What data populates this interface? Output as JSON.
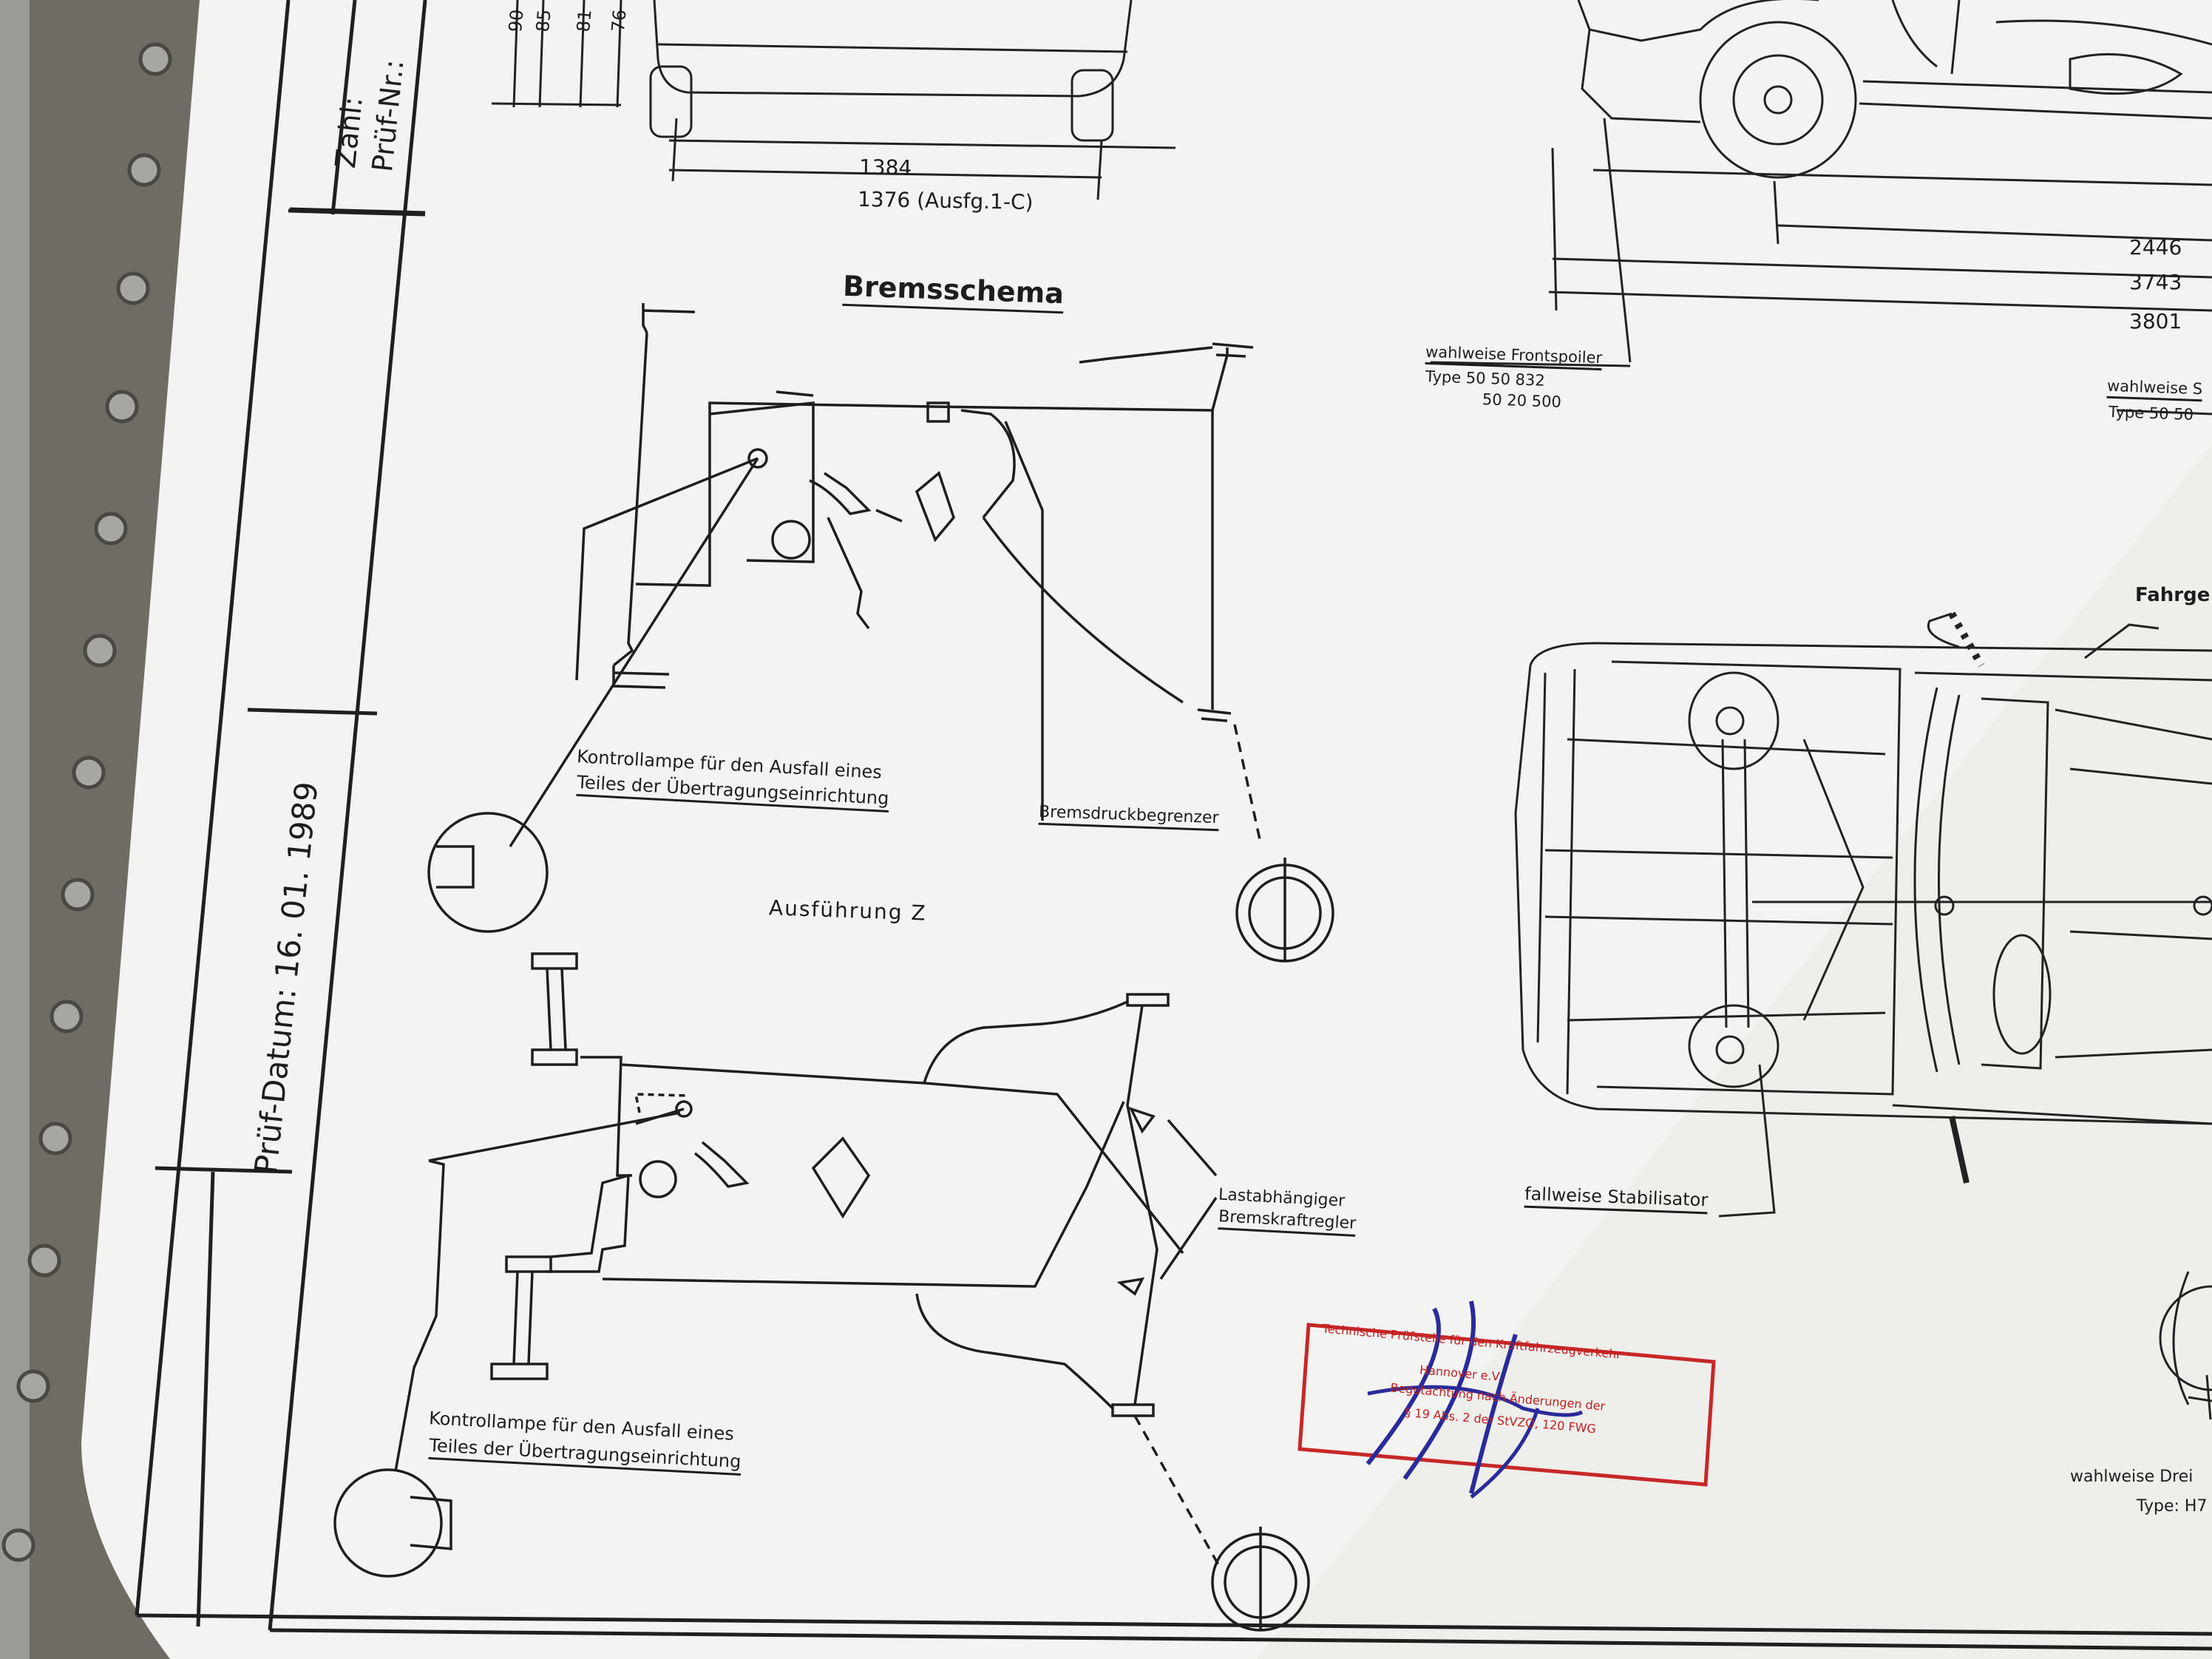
{
  "title_block": {
    "count_label": "Zahl:",
    "test_no_label": "Prüf-Nr.:",
    "test_date": "Prüf-Datum:  16. 01. 1989"
  },
  "dimensions": {
    "track_width": "1384",
    "track_width_alt": "1376 (Ausfg.1-C)",
    "wheelbase": "2446",
    "length_1": "3743",
    "length_2": "3801",
    "heights": [
      "90",
      "85",
      "81",
      "76"
    ]
  },
  "brake_diagram": {
    "title": "Bremsschema",
    "variant_label": "Ausführung Z",
    "warning_lamp_1_line1": "Kontrollampe für den Ausfall eines",
    "warning_lamp_1_line2": "Teiles der Übertragungseinrichtung",
    "pressure_limiter": "Bremsdruckbegrenzer",
    "load_regulator_line1": "Lastabhängiger",
    "load_regulator_line2": "Bremskraftregler",
    "warning_lamp_2_line1": "Kontrollampe für den Ausfall eines",
    "warning_lamp_2_line2": "Teiles der Übertragungseinrichtung"
  },
  "vehicle_notes": {
    "front_spoiler": "wahlweise Frontspoiler",
    "front_spoiler_type_1": "Type  50 50 832",
    "front_spoiler_type_2": "50 20 500",
    "side_option": "wahlweise S",
    "side_type": "Type  50 50",
    "chassis_label": "Fahrge",
    "stabilizer": "fallweise Stabilisator",
    "three_option": "wahlweise Drei",
    "three_type": "Type: H7"
  },
  "stamp": {
    "line1": "Technische Prüfstelle für den Kraftfahrzeugverkehr",
    "line2": "Hannover e.V.",
    "line3": "Begutachtung nach Änderungen der",
    "line4": "§ 19 Abs. 2 der StVZO, 120 FWG"
  }
}
